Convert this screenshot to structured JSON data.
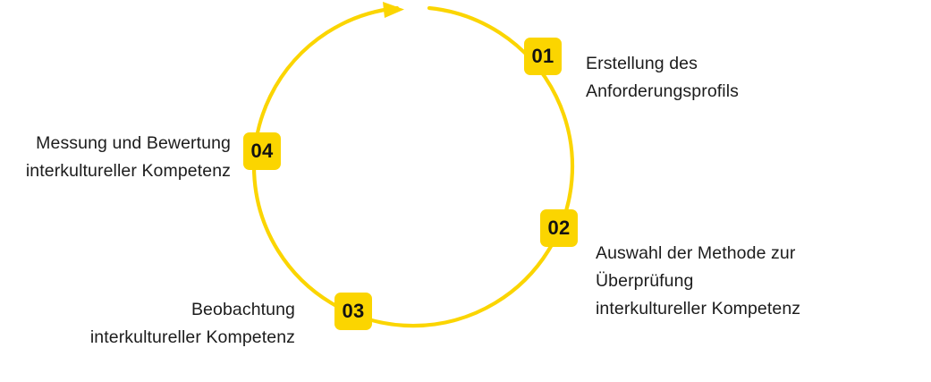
{
  "diagram": {
    "type": "cycle",
    "title": "",
    "accent_color": "#fbd500",
    "text_color": "#1c1c1c",
    "background_color": "#ffffff",
    "direction": "clockwise",
    "arrow": "clockwise-arrowhead-top",
    "steps": [
      {
        "number": "01",
        "label": "Erstellung des\nAnforderungsprofils",
        "align": "left",
        "position": "top-right"
      },
      {
        "number": "02",
        "label": "Auswahl der Methode zur\nÜberprüfung\ninterkultureller Kompetenz",
        "align": "left",
        "position": "bottom-right"
      },
      {
        "number": "03",
        "label": "Beobachtung\ninterkultureller Kompetenz",
        "align": "right",
        "position": "bottom-left"
      },
      {
        "number": "04",
        "label": "Messung und Bewertung\ninterkultureller Kompetenz",
        "align": "right",
        "position": "left"
      }
    ]
  }
}
